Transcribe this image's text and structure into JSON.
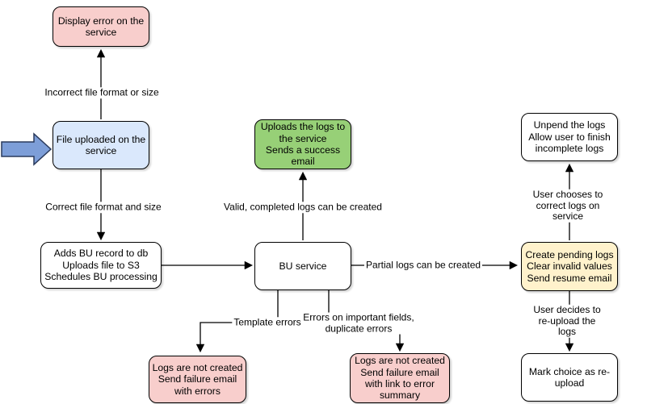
{
  "diagram": {
    "title": "BU file upload / log processing flowchart",
    "colors": {
      "error_fill": "#f8cecc",
      "input_fill": "#dae8fc",
      "success_fill": "#97d077",
      "pending_fill": "#fff2cc",
      "neutral_fill": "#ffffff",
      "border": "#000000",
      "input_arrow_fill": "#7d9ed8",
      "input_arrow_stroke": "#2a3a5c"
    },
    "nodes": {
      "display_error": {
        "type": "error",
        "text": "Display error on the\nservice"
      },
      "file_uploaded": {
        "type": "input",
        "text": "File uploaded on the\nservice"
      },
      "adds_bu_record": {
        "type": "neutral",
        "text": "Adds BU record to db\nUploads file to S3\nSchedules BU processing"
      },
      "bu_service": {
        "type": "neutral",
        "text": "BU service"
      },
      "uploads_logs": {
        "type": "success",
        "text": "Uploads the logs to\nthe service\nSends a success\nemail"
      },
      "unpend_logs": {
        "type": "neutral",
        "text": "Unpend the logs\nAllow user to finish\nincomplete logs"
      },
      "create_pending": {
        "type": "pending",
        "text": "Create pending logs\nClear invalid values\nSend resume email"
      },
      "mark_choice": {
        "type": "neutral",
        "text": "Mark choice as re-\nupload"
      },
      "logs_not_created_template": {
        "type": "error",
        "text": "Logs are not created\nSend failure email\nwith errors"
      },
      "logs_not_created_fields": {
        "type": "error",
        "text": "Logs are not created\nSend failure email\nwith link to error\nsummary"
      }
    },
    "edges": [
      {
        "from": "file_uploaded",
        "to": "display_error",
        "label": "Incorrect file format or size"
      },
      {
        "from": "file_uploaded",
        "to": "adds_bu_record",
        "label": "Correct file format and size"
      },
      {
        "from": "adds_bu_record",
        "to": "bu_service",
        "label": ""
      },
      {
        "from": "bu_service",
        "to": "uploads_logs",
        "label": "Valid, completed logs can be created"
      },
      {
        "from": "bu_service",
        "to": "create_pending",
        "label": "Partial logs can be created"
      },
      {
        "from": "bu_service",
        "to": "logs_not_created_template",
        "label": "Template errors"
      },
      {
        "from": "bu_service",
        "to": "logs_not_created_fields",
        "label": "Errors on important fields,\nduplicate errors"
      },
      {
        "from": "create_pending",
        "to": "unpend_logs",
        "label": "User chooses to correct logs on service"
      },
      {
        "from": "create_pending",
        "to": "mark_choice",
        "label": "User decides to re-upload the logs"
      }
    ],
    "icons": {
      "input_arrow": "thick-right-arrow"
    }
  }
}
